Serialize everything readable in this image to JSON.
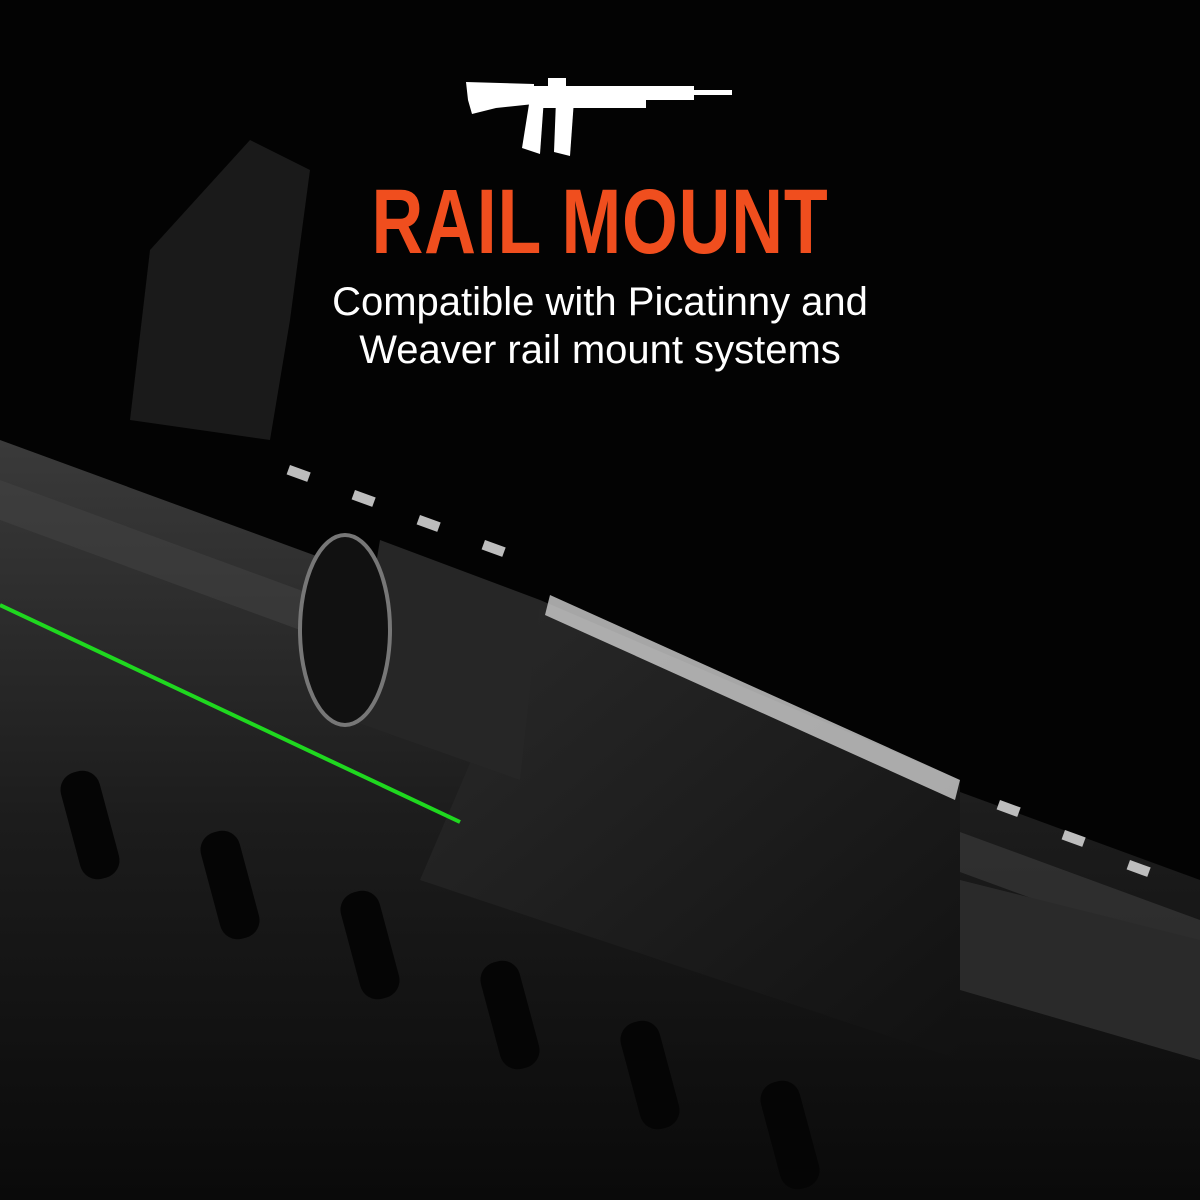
{
  "header": {
    "icon": "rifle-icon",
    "title": "RAIL MOUNT",
    "subtitle_line1": "Compatible with Picatinny and",
    "subtitle_line2": "Weaver rail mount systems"
  },
  "colors": {
    "title": "#f04e1e",
    "text": "#ffffff",
    "background": "#030303",
    "laser": "#1fd81f"
  }
}
